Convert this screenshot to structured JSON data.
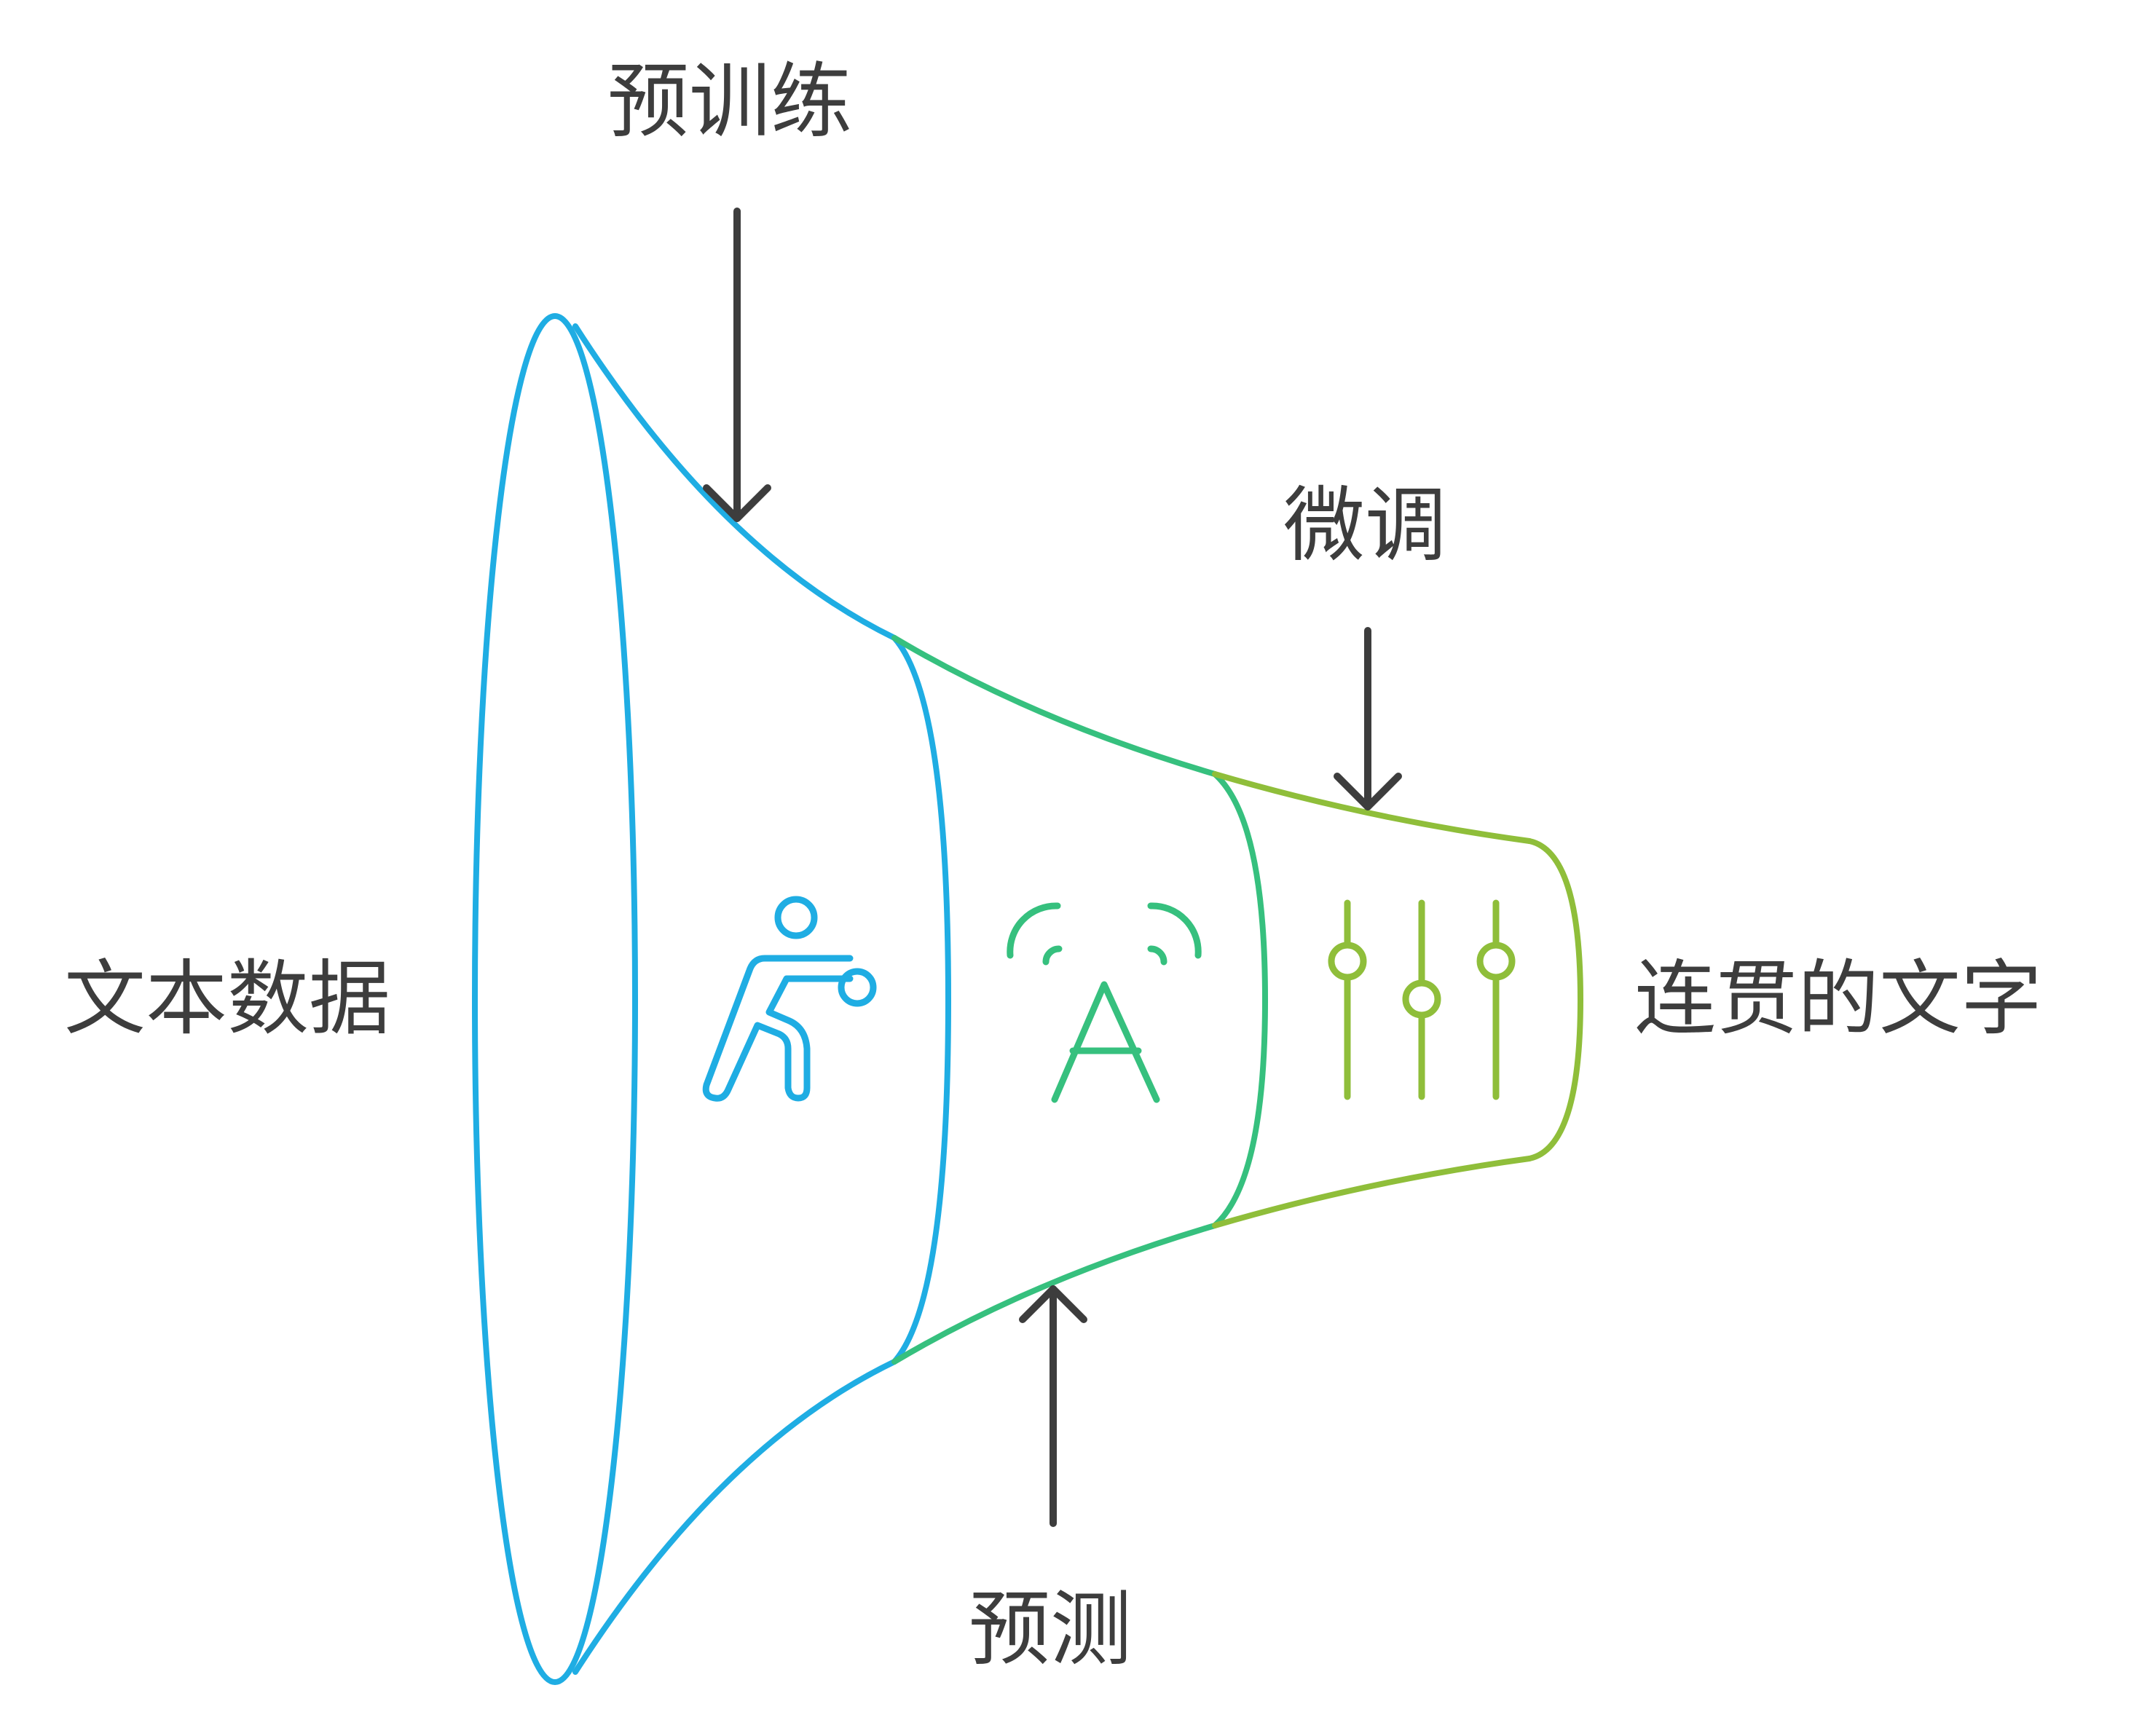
{
  "labels": {
    "input": "文本数据",
    "output": "连贯的文字",
    "pretraining": "预训练",
    "finetuning": "微调",
    "prediction": "预测"
  },
  "stages": [
    {
      "id": "pretraining",
      "icon": "person-training-icon",
      "color": "#1fade3"
    },
    {
      "id": "prediction",
      "icon": "letter-signal-icon",
      "color": "#36c07e"
    },
    {
      "id": "finetuning",
      "icon": "sliders-icon",
      "color": "#8fbe3a"
    }
  ],
  "colors": {
    "text": "#3d3d3d",
    "arrow": "#3d3d3d",
    "blue": "#1fade3",
    "green": "#36c07e",
    "lime": "#8fbe3a"
  }
}
